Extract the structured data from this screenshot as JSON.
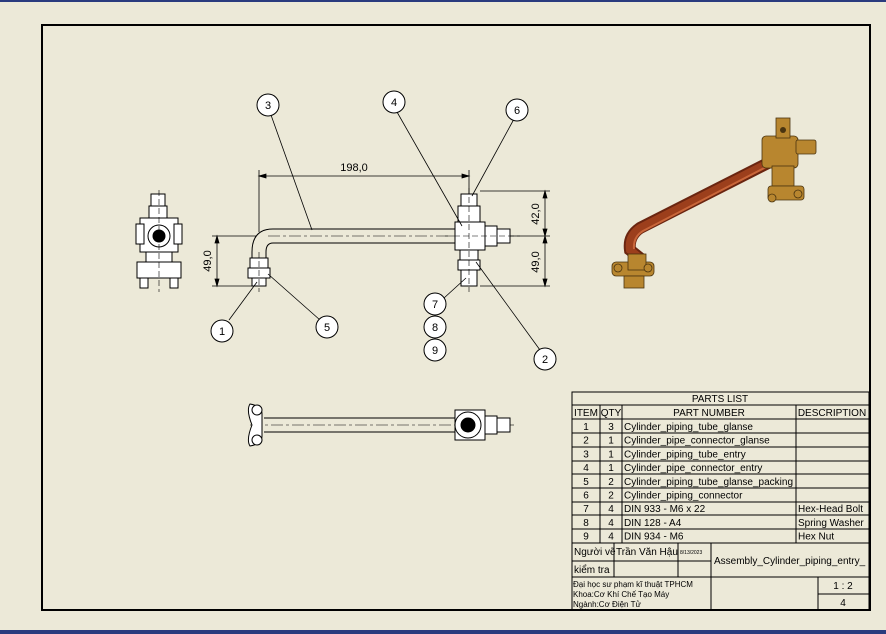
{
  "drawing": {
    "dimensions": {
      "length": "198,0",
      "height_top": "42,0",
      "height_bottom": "49,0",
      "height_left": "49,0"
    },
    "balloons": [
      "1",
      "2",
      "3",
      "4",
      "5",
      "6",
      "7",
      "8",
      "9"
    ]
  },
  "parts_list": {
    "title": "PARTS LIST",
    "headers": [
      "ITEM",
      "QTY",
      "PART NUMBER",
      "DESCRIPTION"
    ],
    "rows": [
      {
        "item": "1",
        "qty": "3",
        "part": "Cylinder_piping_tube_glanse",
        "desc": ""
      },
      {
        "item": "2",
        "qty": "1",
        "part": "Cylinder_pipe_connector_glanse",
        "desc": ""
      },
      {
        "item": "3",
        "qty": "1",
        "part": "Cylinder_piping_tube_entry",
        "desc": ""
      },
      {
        "item": "4",
        "qty": "1",
        "part": "Cylinder_pipe_connector_entry",
        "desc": ""
      },
      {
        "item": "5",
        "qty": "2",
        "part": "Cylinder_piping_tube_glanse_packing",
        "desc": ""
      },
      {
        "item": "6",
        "qty": "2",
        "part": "Cylinder_piping_connector",
        "desc": ""
      },
      {
        "item": "7",
        "qty": "4",
        "part": "DIN 933 - M6  x 22",
        "desc": "Hex-Head Bolt"
      },
      {
        "item": "8",
        "qty": "4",
        "part": "DIN 128 - A4",
        "desc": "Spring Washer"
      },
      {
        "item": "9",
        "qty": "4",
        "part": "DIN 934 - M6",
        "desc": "Hex Nut"
      }
    ]
  },
  "title_block": {
    "drawn_by_label": "Người vẽ",
    "drawn_by": "Trần Văn Hậu",
    "date": "8/13/2023",
    "checked_label": "kiểm tra",
    "assembly_name": "Assembly_Cylinder_piping_entry_",
    "school": "Đại học sư phạm kĩ thuật TPHCM",
    "faculty": "Khoa:Cơ Khí Chế Tạo Máy",
    "major": "Ngành:Cơ Điện Tử",
    "scale": "1 : 2",
    "sheet": "4"
  },
  "colors": {
    "paper": "#ece9d8",
    "frame_bar": "#2a3b7e",
    "pipe_3d": "#9c3f1c",
    "brass_3d": "#b8862f"
  }
}
